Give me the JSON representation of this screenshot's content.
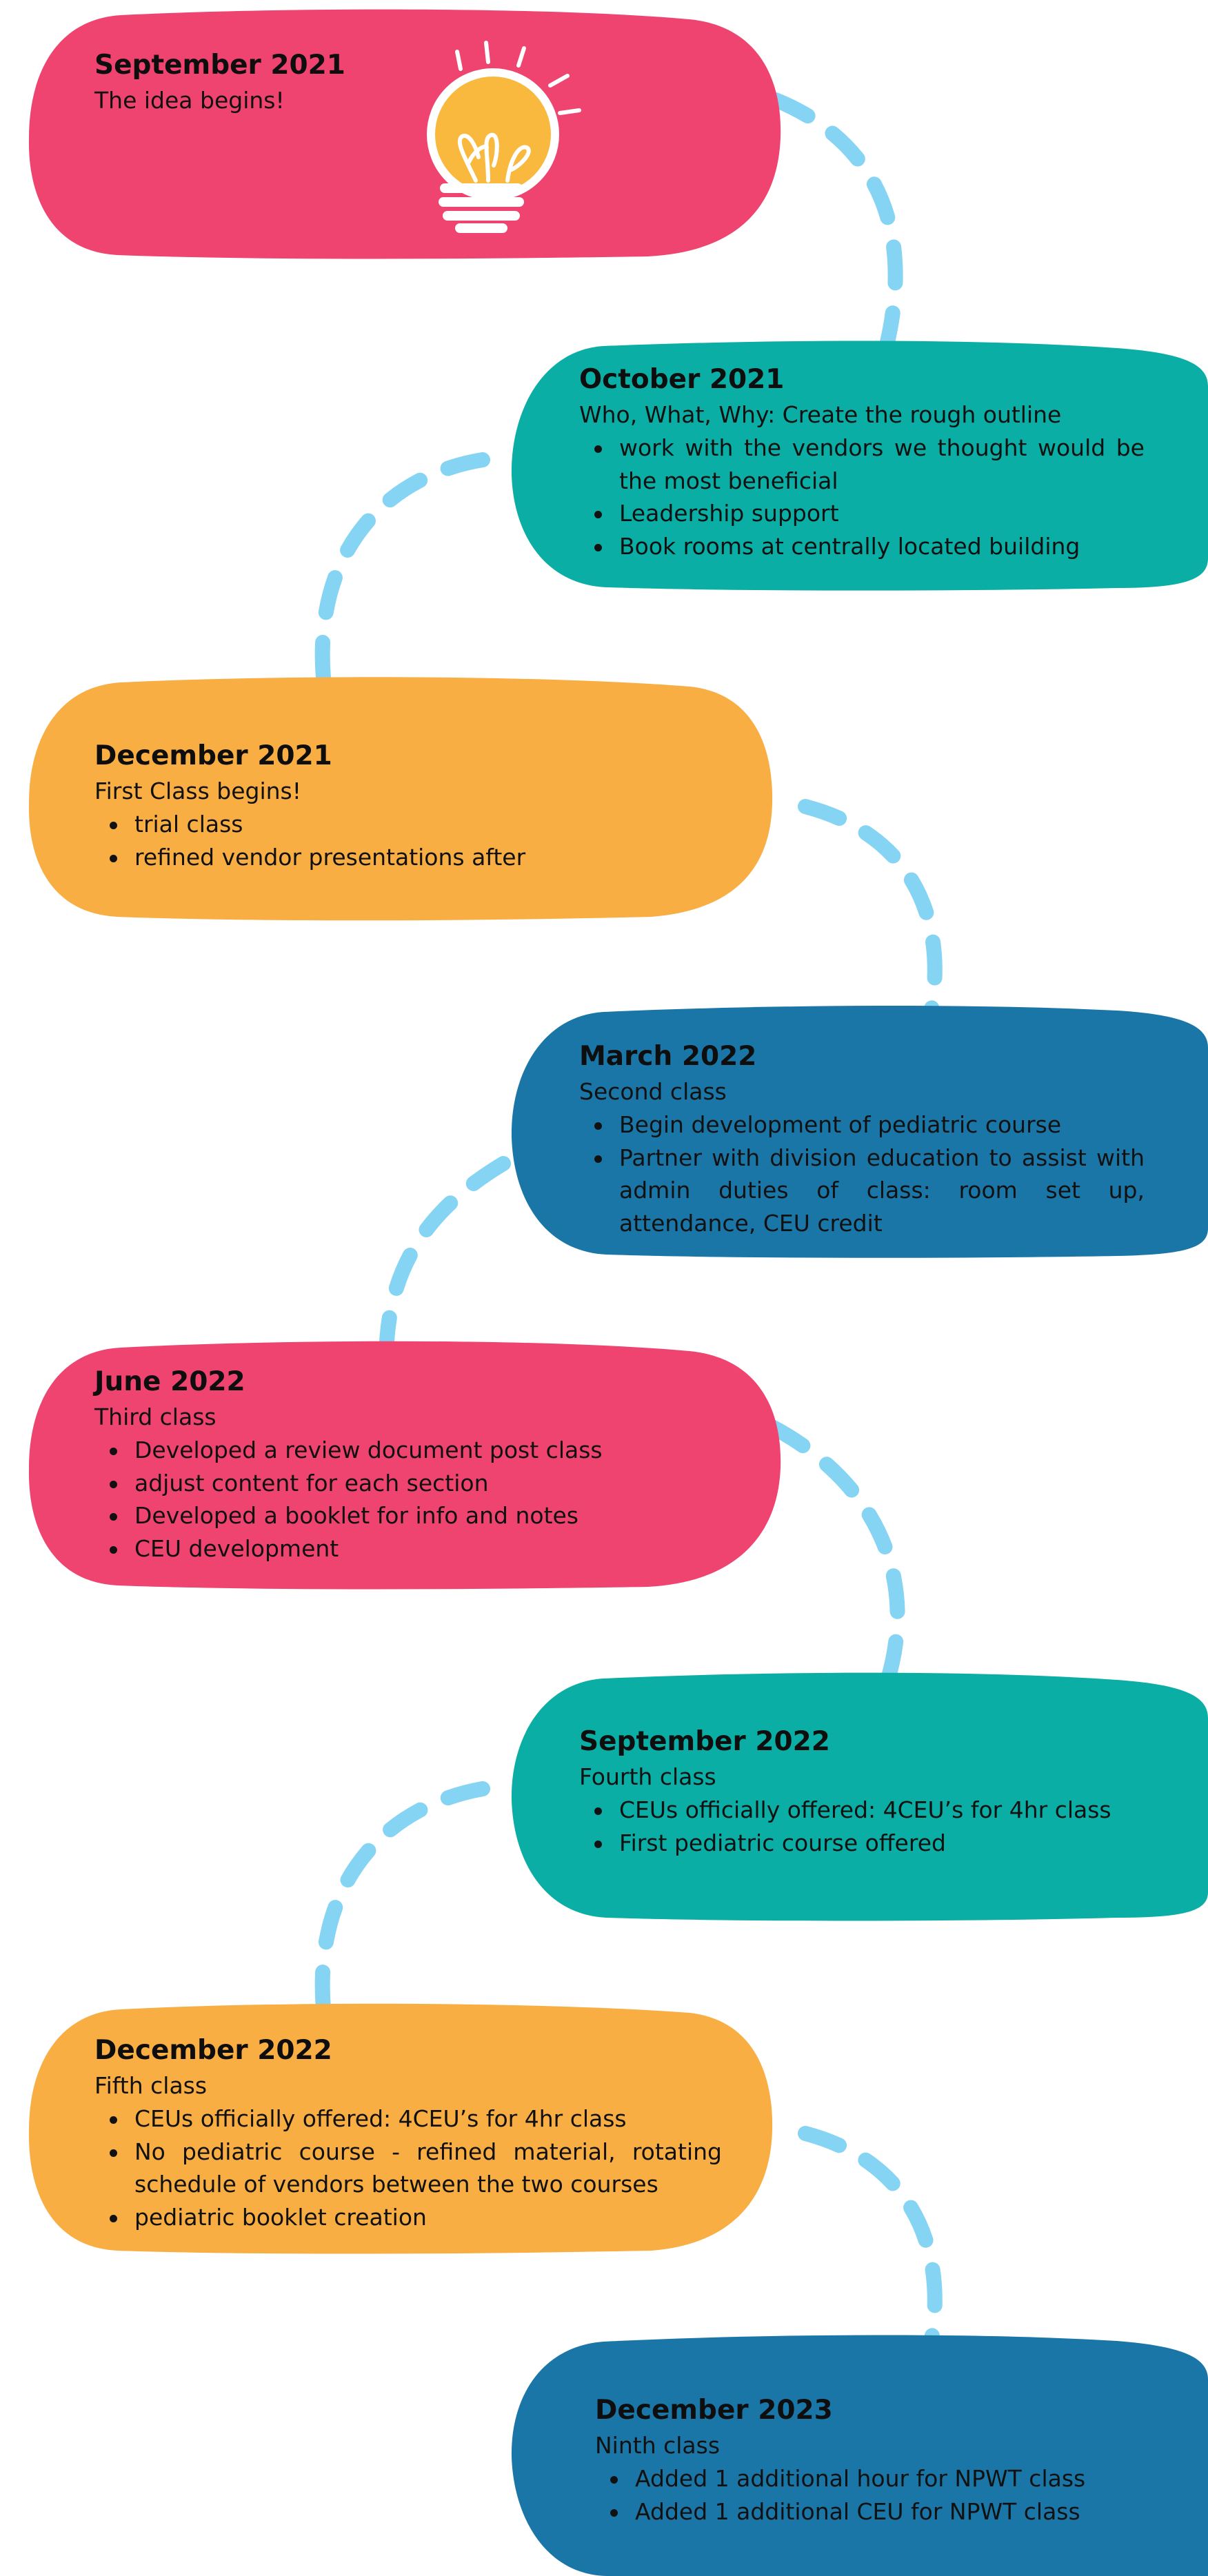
{
  "colors": {
    "pink": "#ef446f",
    "teal": "#0aaea5",
    "orange": "#f8ae42",
    "blue": "#1b76a8",
    "connector": "#86d4f3",
    "bulb": "#f9b93e"
  },
  "milestones": [
    {
      "date": "September 2021",
      "subtitle": "The idea begins!",
      "items": [],
      "color": "pink",
      "icon": "lightbulb-icon"
    },
    {
      "date": "October 2021",
      "subtitle": "Who, What, Why: Create the rough outline",
      "items": [
        "work with the vendors we thought would be the most beneficial",
        "Leadership support",
        "Book rooms at centrally located building"
      ],
      "color": "teal"
    },
    {
      "date": "December 2021",
      "subtitle": "First Class begins!",
      "items": [
        "trial class",
        "refined vendor presentations after"
      ],
      "color": "orange"
    },
    {
      "date": "March 2022",
      "subtitle": "Second class",
      "items": [
        "Begin development of pediatric course",
        "Partner with division education to assist with admin duties of class: room set up, attendance, CEU credit"
      ],
      "color": "blue"
    },
    {
      "date": "June 2022",
      "subtitle": "Third class",
      "items": [
        "Developed a review document post class",
        "adjust content for each section",
        "Developed a booklet for info and notes",
        "CEU development"
      ],
      "color": "pink"
    },
    {
      "date": "September 2022",
      "subtitle": "Fourth class",
      "items": [
        "CEUs officially offered: 4CEU’s for 4hr class",
        "First pediatric course offered"
      ],
      "color": "teal"
    },
    {
      "date": "December 2022",
      "subtitle": "Fifth class",
      "items": [
        "CEUs officially offered: 4CEU’s for 4hr class",
        "No pediatric course - refined material, rotating schedule of vendors between the two courses",
        "pediatric booklet creation"
      ],
      "color": "orange"
    },
    {
      "date": "December 2023",
      "subtitle": "Ninth class",
      "items": [
        "Added 1 additional hour for NPWT class",
        "Added 1 additional CEU for NPWT class"
      ],
      "color": "blue"
    }
  ]
}
